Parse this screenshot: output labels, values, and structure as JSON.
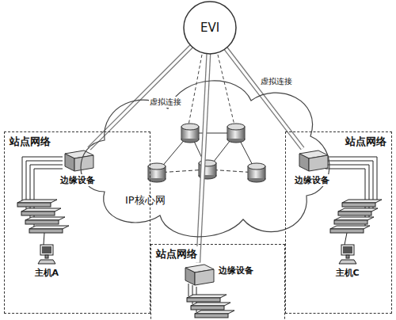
{
  "diagram": {
    "nodes": [
      {
        "text": [
          "EVI"
        ]
      },
      {
        "text": [
          "站点网络"
        ]
      },
      {
        "text": [
          "边缘设备"
        ],
        "in": 1
      },
      {
        "text": [
          "主机A"
        ],
        "in": 1
      },
      {
        "text": [
          "IP核心网"
        ]
      },
      {
        "text": [
          "站点网络"
        ]
      },
      {
        "text": [
          "边缘设备"
        ],
        "in": 5
      },
      {
        "text": [
          "主机C"
        ],
        "in": 5
      },
      {
        "text": [
          "站点网络"
        ]
      },
      {
        "text": [
          "边缘设备"
        ],
        "in": 8
      }
    ],
    "edges": [
      {
        "from": 0,
        "to": 2,
        "arrow": "none"
      },
      {
        "from": 0,
        "to": 6,
        "arrow": "none"
      },
      {
        "from": 0,
        "to": 9,
        "arrow": "none"
      }
    ],
    "labels": [
      "虚拟连接",
      "虚拟连接"
    ]
  }
}
